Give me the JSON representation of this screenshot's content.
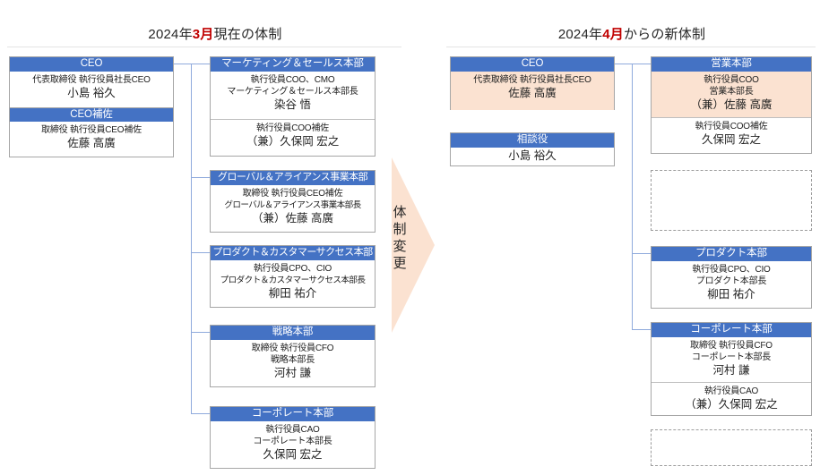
{
  "colors": {
    "header_blue": "#4472C4",
    "highlight_peach": "#FBE2D1",
    "connector_blue": "#8FAADC",
    "title_accent_red": "#C00000",
    "box_border": "#A6A6A6",
    "placeholder_border": "#9C9C9C"
  },
  "left_section": {
    "title_prefix": "2024年",
    "title_accent": "3月",
    "title_suffix": "現在の体制",
    "root": {
      "blocks": [
        {
          "header": "CEO",
          "lines": [
            "代表取締役 執行役員社長CEO"
          ],
          "name": "小島 裕久",
          "highlight": false
        },
        {
          "header": "CEO補佐",
          "lines": [
            "取締役 執行役員CEO補佐"
          ],
          "name": "佐藤 高廣",
          "highlight": false
        }
      ]
    },
    "departments": [
      {
        "header": "マーケティング＆セールス本部",
        "rows": [
          {
            "lines": [
              "執行役員COO、CMO",
              "マーケティング＆セールス本部長"
            ],
            "name": "染谷 悟",
            "highlight": false
          },
          {
            "lines": [
              "執行役員COO補佐"
            ],
            "name": "（兼）久保岡 宏之",
            "highlight": false
          }
        ]
      },
      {
        "header": "グローバル＆アライアンス事業本部",
        "rows": [
          {
            "lines": [
              "取締役 執行役員CEO補佐",
              "グローバル＆アライアンス事業本部長"
            ],
            "name": "（兼）佐藤 高廣",
            "highlight": false
          }
        ]
      },
      {
        "header": "プロダクト＆カスタマーサクセス本部",
        "rows": [
          {
            "lines": [
              "執行役員CPO、CIO",
              "プロダクト＆カスタマーサクセス本部長"
            ],
            "name": "柳田 祐介",
            "highlight": false
          }
        ]
      },
      {
        "header": "戦略本部",
        "rows": [
          {
            "lines": [
              "取締役 執行役員CFO",
              "戦略本部長"
            ],
            "name": "河村 謙",
            "highlight": false
          }
        ]
      },
      {
        "header": "コーポレート本部",
        "rows": [
          {
            "lines": [
              "執行役員CAO",
              "コーポレート本部長"
            ],
            "name": "久保岡 宏之",
            "highlight": false
          }
        ]
      }
    ]
  },
  "transition": {
    "label_chars": [
      "体",
      "制",
      "変",
      "更"
    ],
    "label_text": "体制変更"
  },
  "right_section": {
    "title_prefix": "2024年",
    "title_accent": "4月",
    "title_suffix": "からの新体制",
    "root": {
      "blocks": [
        {
          "header": "CEO",
          "lines": [
            "代表取締役 執行役員社長CEO"
          ],
          "name": "佐藤 高廣",
          "highlight": true
        }
      ]
    },
    "advisor": {
      "header": "相談役",
      "lines": [],
      "name": "小島 裕久",
      "highlight": false
    },
    "departments": [
      {
        "header": "営業本部",
        "rows": [
          {
            "lines": [
              "執行役員COO",
              "営業本部長"
            ],
            "name": "（兼）佐藤 高廣",
            "highlight": true
          },
          {
            "lines": [
              "執行役員COO補佐"
            ],
            "name": "久保岡 宏之",
            "highlight": false
          }
        ]
      },
      {
        "header": "プロダクト本部",
        "rows": [
          {
            "lines": [
              "執行役員CPO、CIO",
              "プロダクト本部長"
            ],
            "name": "柳田 祐介",
            "highlight": false
          }
        ]
      },
      {
        "header": "コーポレート本部",
        "rows": [
          {
            "lines": [
              "取締役 執行役員CFO",
              "コーポレート本部長"
            ],
            "name": "河村 謙",
            "highlight": false
          },
          {
            "lines": [
              "執行役員CAO"
            ],
            "name": "（兼）久保岡 宏之",
            "highlight": false
          }
        ]
      }
    ],
    "placeholders": [
      {
        "label": ""
      },
      {
        "label": ""
      }
    ]
  }
}
